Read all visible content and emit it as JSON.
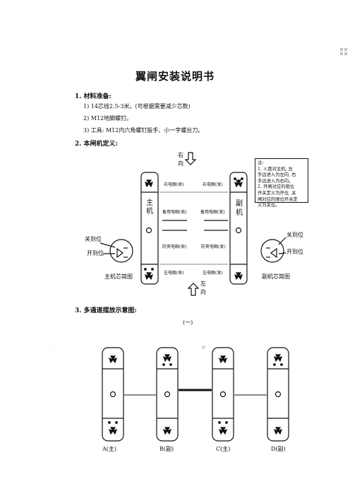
{
  "title": "翼闸安装说明书",
  "sections": {
    "s1_heading": "1. 材料准备:",
    "s1_items": [
      "1) 14芯线2.5-3米。(可根据需要减少芯数)",
      "2) M12地脚螺钉。",
      "3) 工具: M12内六角螺钉扳手、小一字螺丝刀。"
    ],
    "s2_heading": "2. 本闸机定义:",
    "s3_heading": "3.   多通道摆放示意图:",
    "s3_sub": "(一)"
  },
  "definition_diagram": {
    "right_dir": "右\n向",
    "left_dir": "左\n向",
    "main_label": "主\n机",
    "sub_label": "副\n机",
    "left_terms": [
      "右电眼(收)",
      "备用电眼(收)",
      "防夹电眼(收)",
      "左电眼(收)"
    ],
    "right_terms": [
      "右电眼(发)",
      "备用电眼(发)",
      "防夹电眼(发)",
      "左电眼(发)"
    ],
    "close_pos": "关到位",
    "open_pos": "开到位",
    "main_chip": "主机芯简图",
    "sub_chip": "副机芯简图",
    "note_lines": [
      "注:",
      "  1. 人面对主机, 左",
      "手边进入为左向, 右",
      "手边进入为右向。",
      "  2. 开闸对应的限位",
      "开关定义为开位, 关",
      "闸对应的限位开关定",
      "义为关位。"
    ]
  },
  "multi_channel": {
    "units": [
      "A(主)",
      "B(副)",
      "C(主)",
      "D(副)"
    ]
  }
}
